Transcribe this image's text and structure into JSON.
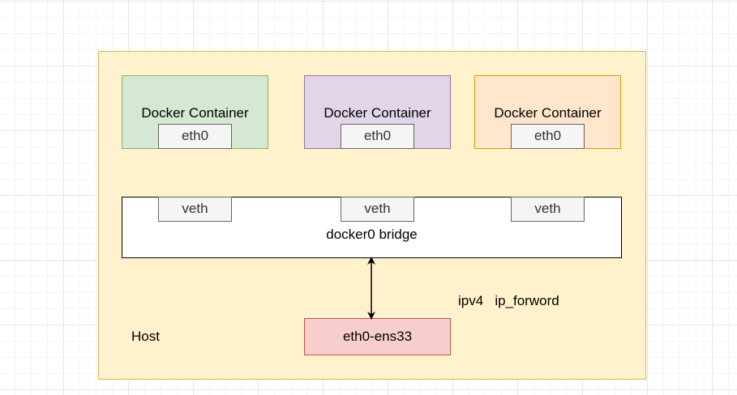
{
  "host": {
    "label": "Host"
  },
  "containers": [
    {
      "label": "Docker Container",
      "interface": "eth0",
      "fill": "#d5e8d4",
      "stroke": "#82b366"
    },
    {
      "label": "Docker Container",
      "interface": "eth0",
      "fill": "#e1d5e7",
      "stroke": "#9673a6"
    },
    {
      "label": "Docker Container",
      "interface": "eth0",
      "fill": "#ffe6cc",
      "stroke": "#d79b00"
    }
  ],
  "bridge": {
    "label": "docker0 bridge",
    "ports": [
      "veth",
      "veth",
      "veth"
    ]
  },
  "nic": {
    "label": "eth0-ens33",
    "fill": "#f8cecc",
    "stroke": "#b85450"
  },
  "annotation": "ipv4   ip_forword",
  "connector": {
    "style": "bidirectional-arrow",
    "from": "docker0 bridge",
    "to": "eth0-ens33"
  }
}
